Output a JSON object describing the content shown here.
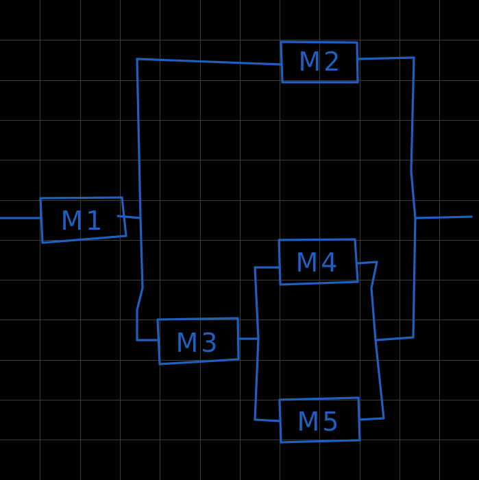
{
  "colors": {
    "background": "#000000",
    "grid": "#3c3c3c",
    "ink": "#1f5fbf"
  },
  "diagram": {
    "components": [
      {
        "id": "m1",
        "label": "M1"
      },
      {
        "id": "m2",
        "label": "M2"
      },
      {
        "id": "m3",
        "label": "M3"
      },
      {
        "id": "m4",
        "label": "M4"
      },
      {
        "id": "m5",
        "label": "M5"
      }
    ]
  }
}
